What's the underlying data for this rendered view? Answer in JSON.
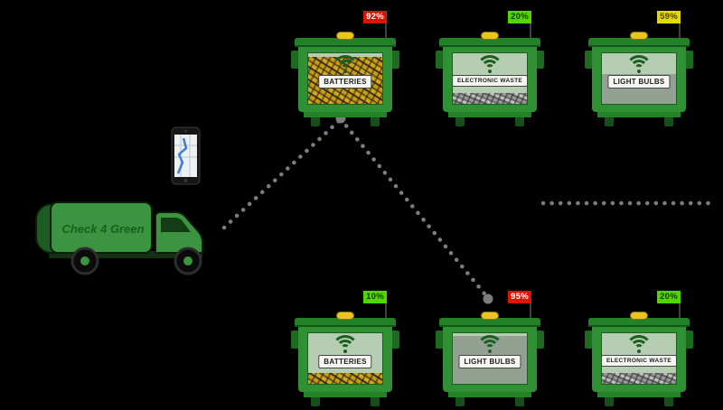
{
  "scene": {
    "background_color": "#000000",
    "route_color": "#7d7d7d",
    "route_style": "dotted"
  },
  "truck": {
    "brand": "Check 4 Green",
    "body_color": "#3c9440"
  },
  "phone": {
    "screen": "navigation map with blue route"
  },
  "bins": [
    {
      "label": "BATTERIES",
      "percent": "92%",
      "fill": 92,
      "content": "batteries",
      "badge_bg": "#d81606",
      "badge_fg": "#ffffff"
    },
    {
      "label": "ELECTRONIC WASTE",
      "percent": "20%",
      "fill": 20,
      "content": "ewaste",
      "badge_bg": "#52d400",
      "badge_fg": "#143a00"
    },
    {
      "label": "LIGHT BULBS",
      "percent": "59%",
      "fill": 59,
      "content": "bulbs",
      "badge_bg": "#e3d800",
      "badge_fg": "#4a4200"
    },
    {
      "label": "BATTERIES",
      "percent": "10%",
      "fill": 10,
      "content": "batteries",
      "badge_bg": "#52d400",
      "badge_fg": "#143a00"
    },
    {
      "label": "LIGHT BULBS",
      "percent": "95%",
      "fill": 95,
      "content": "bulbs",
      "badge_bg": "#d81606",
      "badge_fg": "#ffffff"
    },
    {
      "label": "ELECTRONIC WASTE",
      "percent": "20%",
      "fill": 20,
      "content": "ewaste",
      "badge_bg": "#52d400",
      "badge_fg": "#143a00"
    }
  ],
  "icons": {
    "wifi_icon": "css signal arcs",
    "antenna_icon": "mast with fill badge",
    "sensor_icon": "yellow pill on lid",
    "map_icon": "phone map screen"
  }
}
